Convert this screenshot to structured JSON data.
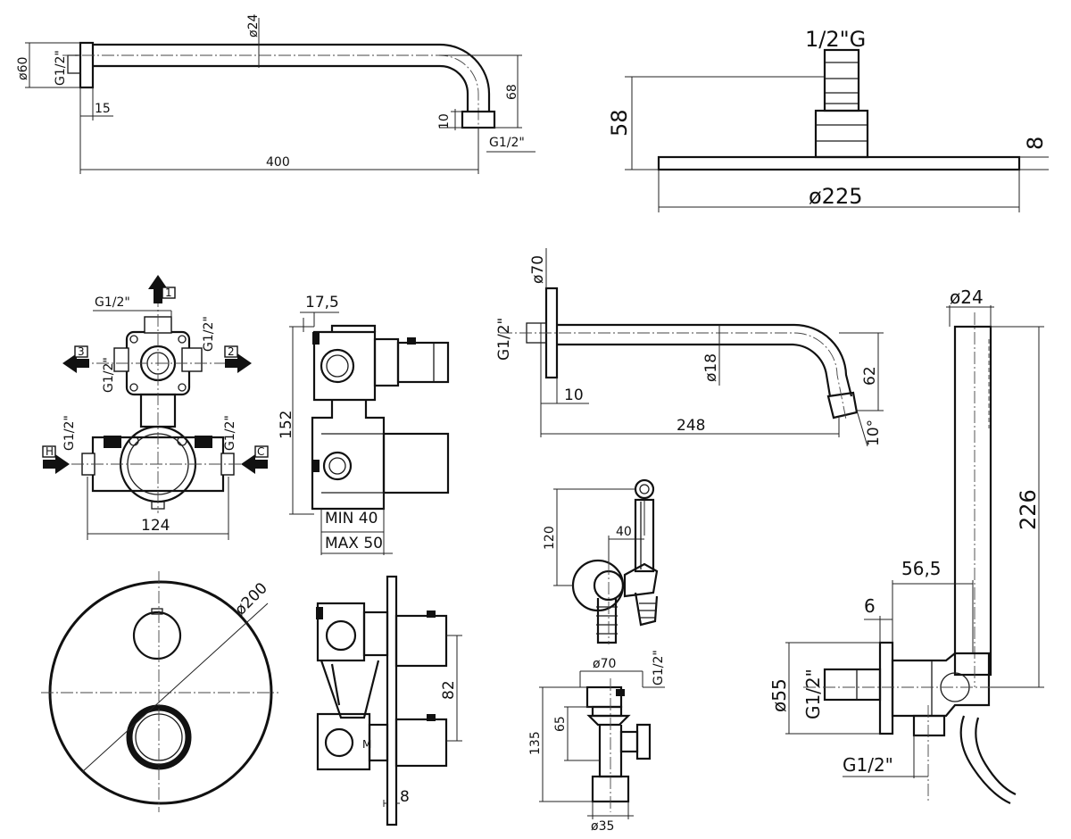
{
  "shower_arm": {
    "d_flange": "ø60",
    "thread_wall": "G1/2\"",
    "d_tube": "ø24",
    "flange_depth": "15",
    "length": "400",
    "drop": "68",
    "outlet_depth": "10",
    "thread_outlet": "G1/2\""
  },
  "shower_head": {
    "thread": "1/2\"G",
    "height": "58",
    "thickness": "8",
    "diameter": "ø225"
  },
  "mixer_body": {
    "thread_top": "G1/2\"",
    "thread_r1": "G1/2\"",
    "thread_l1": "G1/2\"",
    "thread_l2": "G1/2\"",
    "thread_r2": "G1/2\"",
    "port_1": "1",
    "port_2": "2",
    "port_3": "3",
    "port_h": "H",
    "port_c": "C",
    "width": "124"
  },
  "mixer_side": {
    "offset": "17,5",
    "height": "152",
    "min_depth": "MIN 40",
    "max_depth": "MAX 50"
  },
  "cover_plate": {
    "diameter": "ø200"
  },
  "mixer_installed": {
    "spacing": "82",
    "plate": "8",
    "mark": "M"
  },
  "spout": {
    "d_flange": "ø70",
    "thread": "G1/2\"",
    "d_tube": "ø18",
    "flange": "10",
    "length": "248",
    "drop": "62",
    "angle": "10°"
  },
  "bidet_holder": {
    "height": "120",
    "offset": "40"
  },
  "valve": {
    "d_flange": "ø70",
    "thread": "G1/2\"",
    "h_total": "135",
    "h_body": "65",
    "d_base": "ø35"
  },
  "hand_shower": {
    "d_handle": "ø24",
    "length": "226",
    "depth": "56,5",
    "flange": "6",
    "d_flange": "ø55",
    "thread_side": "G1/2\"",
    "thread_bottom": "G1/2\""
  }
}
